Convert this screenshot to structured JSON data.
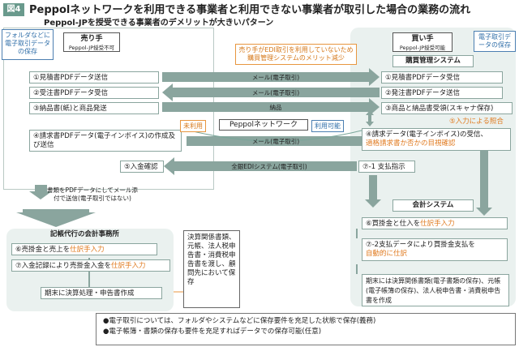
{
  "figure": {
    "label": "図4",
    "title": "Peppolネットワークを利用できる事業者と利用できない事業者が取引した場合の業務の流れ",
    "subtitle": "Peppol-JPを授受できる事業者のデメリットが大きいパターン"
  },
  "seller": {
    "title": "売り手",
    "sub": "Peppol-JP授受不可",
    "note": "フォルダなどに電子取引データの保存",
    "steps": [
      "①見積書PDFデータ送信",
      "②受注書PDFデータ受信",
      "③納品書(紙)と商品発送",
      "④請求書PDFデータ(電子インボイス)の作成及び送信",
      "⑤入金確認"
    ]
  },
  "buyer": {
    "title": "買い手",
    "sub": "Peppol-JP授受可能",
    "note": "電子取引データの保存",
    "edi_note": "売り手がEDI取引を利用していないため購買管理システムのメリット減少",
    "mgmt_system": "購買管理システム",
    "steps": [
      "①見積書PDFデータ受信",
      "②発注書PDFデータ送信",
      "③商品と納品書受領(スキャナ保存)",
      "⑤入力による照合",
      "④請求データ(電子インボイス)の受信、",
      "適格請求書か否かの目視確認",
      "⑦-1 支払指示"
    ],
    "acct_system": "会計システム",
    "acct_steps": [
      "⑥買掛金と仕入を",
      "仕訳手入力",
      "⑦-2支払データにより買掛金支払を",
      "自動的に仕訳",
      "期末には決算関係書類(電子書類の保存)、元帳(電子帳簿の保存)、法人税申告書・消費税申告書を作成"
    ]
  },
  "arrows": {
    "mail1": "メール(電子取引)",
    "mail2": "メール(電子取引)",
    "delivery": "納品",
    "mail3": "メール(電子取引)",
    "edi": "全銀EDIシステム(電子取引)"
  },
  "network": {
    "label": "Peppolネットワーク",
    "unused": "未利用",
    "available": "利用可能"
  },
  "send_note": "書類をPDFデータにしてメール添付で送信(電子取引ではない)",
  "accounting_firm": {
    "title": "記帳代行の会計事務所",
    "step6a": "⑥売掛金と売上を",
    "step6b": "仕訳手入力",
    "step7a": "⑦入金記録により売掛金入金を",
    "step7b": "仕訳手入力",
    "step_end": "期末に決算処理・申告書作成"
  },
  "closing_box": "決算関係書類、元帳、法人税申告書・消費税申告書を渡し、顧問先において保存",
  "footer": [
    "●電子取引については、フォルダやシステムなどに保存要件を充足した状態で保存(義務)",
    "●電子帳簿・書類の保存も要件を充足すればデータでの保存可能(任意)"
  ]
}
